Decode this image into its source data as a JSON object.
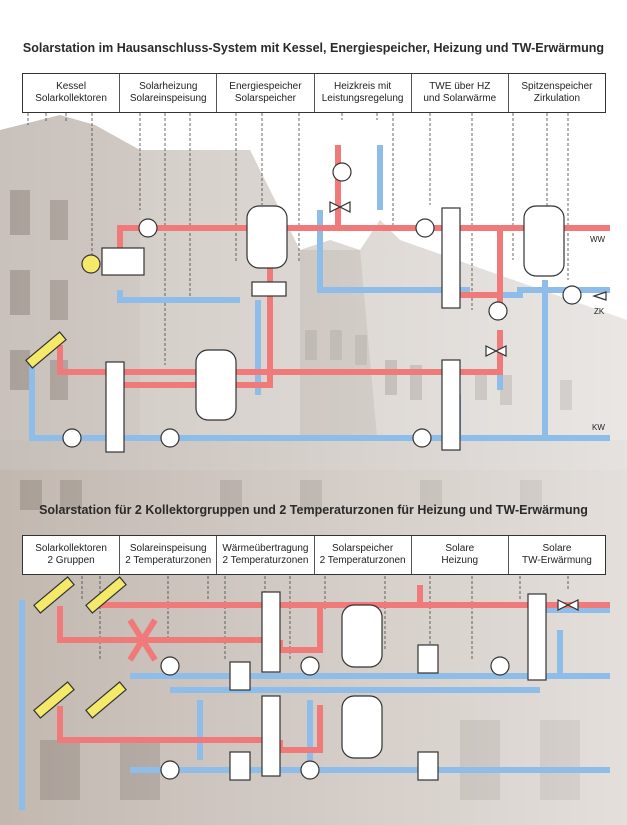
{
  "diagram1": {
    "title": "Solarstation im Hausanschluss-System mit Kessel, Energiespeicher, Heizung und TW-Erwärmung",
    "columns": [
      {
        "line1": "Kessel",
        "line2": "Solarkollektoren"
      },
      {
        "line1": "Solarheizung",
        "line2": "Solareinspeisung"
      },
      {
        "line1": "Energiespeicher",
        "line2": "Solarspeicher"
      },
      {
        "line1": "Heizkreis mit",
        "line2": "Leistungsregelung"
      },
      {
        "line1": "TWE über HZ",
        "line2": "und Solarwärme"
      },
      {
        "line1": "Spitzenspeicher",
        "line2": "Zirkulation"
      }
    ],
    "labels": {
      "ww": "WW",
      "zk": "ZK",
      "kw": "KW"
    }
  },
  "diagram2": {
    "title": "Solarstation für 2 Kollektorgruppen und 2 Temperaturzonen für Heizung und TW-Erwärmung",
    "columns": [
      {
        "line1": "Solarkollektoren",
        "line2": "2 Gruppen"
      },
      {
        "line1": "Solareinspeisung",
        "line2": "2 Temperaturzonen"
      },
      {
        "line1": "Wärmeübertragung",
        "line2": "2 Temperaturzonen"
      },
      {
        "line1": "Solarspeicher",
        "line2": "2 Temperaturzonen"
      },
      {
        "line1": "Solare",
        "line2": "Heizung"
      },
      {
        "line1": "Solare",
        "line2": "TW-Erwärmung"
      }
    ]
  },
  "colors": {
    "hot": "#f07a7a",
    "cold": "#8ebdea",
    "accent": "#f5e96a",
    "building": "#b8aea6"
  }
}
